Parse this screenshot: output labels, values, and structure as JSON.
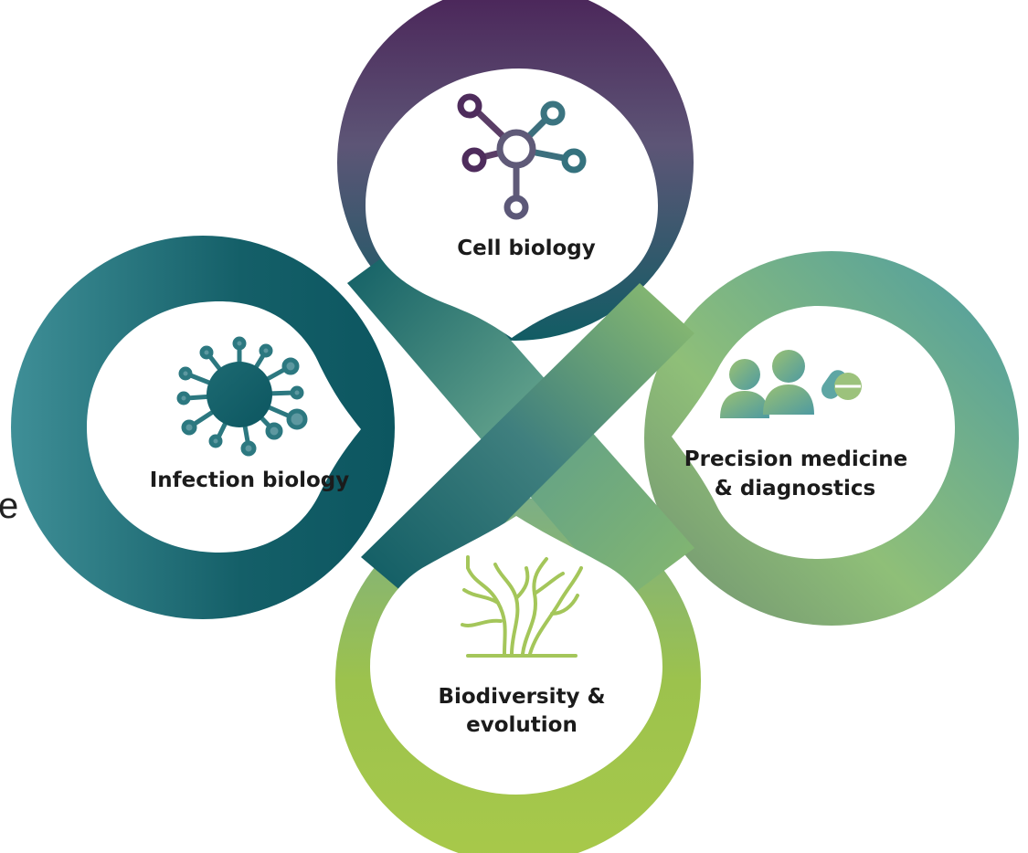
{
  "edge_fragment": "e",
  "petals": {
    "top": {
      "label_lines": [
        "Cell biology"
      ],
      "icon": "molecule-network-icon"
    },
    "left": {
      "label_lines": [
        "Infection biology"
      ],
      "icon": "virus-icon"
    },
    "right": {
      "label_lines": [
        "Precision medicine",
        "& diagnostics"
      ],
      "icon": "patients-pills-icon"
    },
    "bottom": {
      "label_lines": [
        "Biodiversity &",
        "evolution"
      ],
      "icon": "coral-icon"
    }
  },
  "colors": {
    "purple": "#4a2358",
    "slate": "#5e5474",
    "deep_teal": "#0c5a62",
    "teal": "#2f7b83",
    "light_teal": "#4d9aa2",
    "sage": "#7aae86",
    "lime": "#9dc24a",
    "white": "#ffffff"
  }
}
